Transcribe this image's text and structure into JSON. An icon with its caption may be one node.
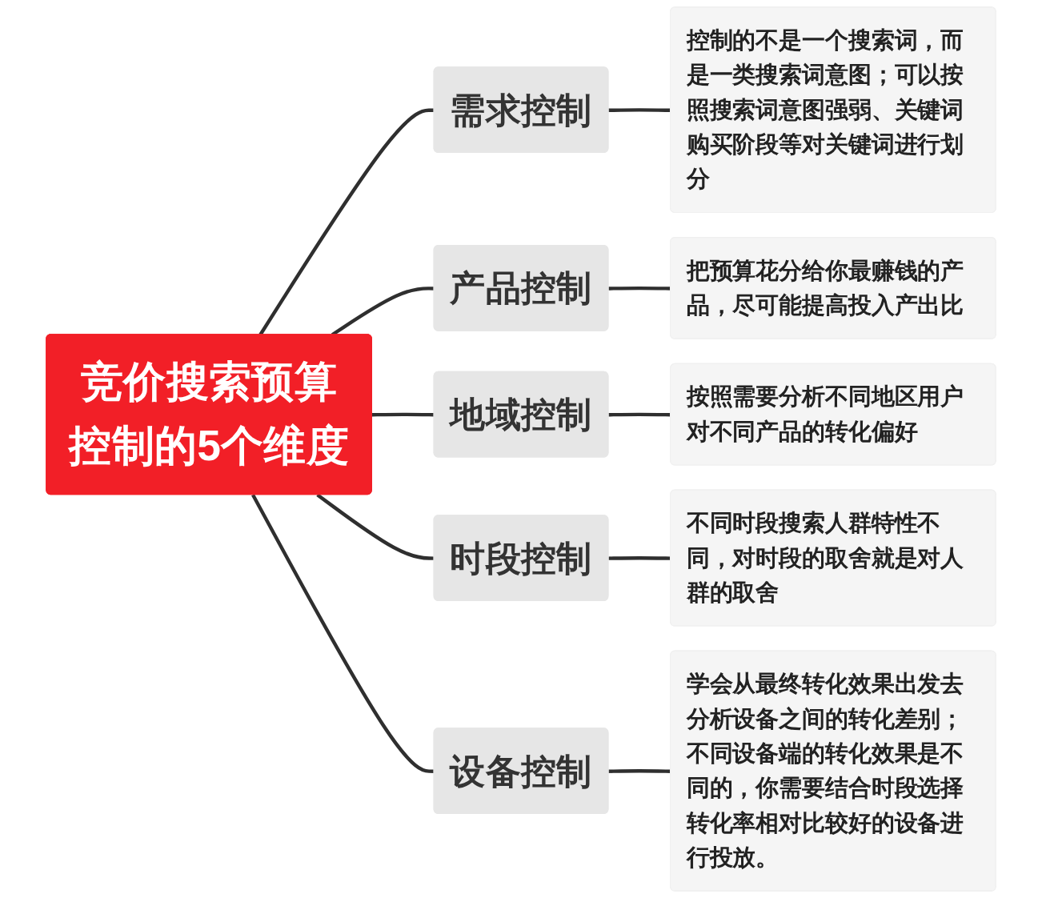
{
  "diagram": {
    "nodes": [
      {
        "text": [
          "竞价搜索预算控制的5个维度"
        ]
      },
      {
        "text": [
          "需求控制"
        ]
      },
      {
        "text": [
          "控制的不是一个搜索词，而是一类搜索词意图；可以按照搜索词意图强弱、关键词购买阶段等对关键词进行划分"
        ]
      },
      {
        "text": [
          "产品控制"
        ]
      },
      {
        "text": [
          "把预算花分给你最赚钱的产品，尽可能提高投入产出比"
        ]
      },
      {
        "text": [
          "地域控制"
        ]
      },
      {
        "text": [
          "按照需要分析不同地区用户对不同产品的转化偏好"
        ]
      },
      {
        "text": [
          "时段控制"
        ]
      },
      {
        "text": [
          "不同时段搜索人群特性不同，对时段的取舍就是对人群的取舍"
        ]
      },
      {
        "text": [
          "设备控制"
        ]
      },
      {
        "text": [
          "学会从最终转化效果出发去分析设备之间的转化差别；不同设备端的转化效果是不同的，你需要结合时段选择转化率相对比较好的设备进行投放。"
        ]
      }
    ],
    "edges": [
      {
        "from": 0,
        "to": 1,
        "arrow": "none"
      },
      {
        "from": 1,
        "to": 2,
        "arrow": "none"
      },
      {
        "from": 0,
        "to": 3,
        "arrow": "none"
      },
      {
        "from": 3,
        "to": 4,
        "arrow": "none"
      },
      {
        "from": 0,
        "to": 5,
        "arrow": "none"
      },
      {
        "from": 5,
        "to": 6,
        "arrow": "none"
      },
      {
        "from": 0,
        "to": 7,
        "arrow": "none"
      },
      {
        "from": 7,
        "to": 8,
        "arrow": "none"
      },
      {
        "from": 0,
        "to": 9,
        "arrow": "none"
      },
      {
        "from": 9,
        "to": 10,
        "arrow": "none"
      }
    ]
  }
}
